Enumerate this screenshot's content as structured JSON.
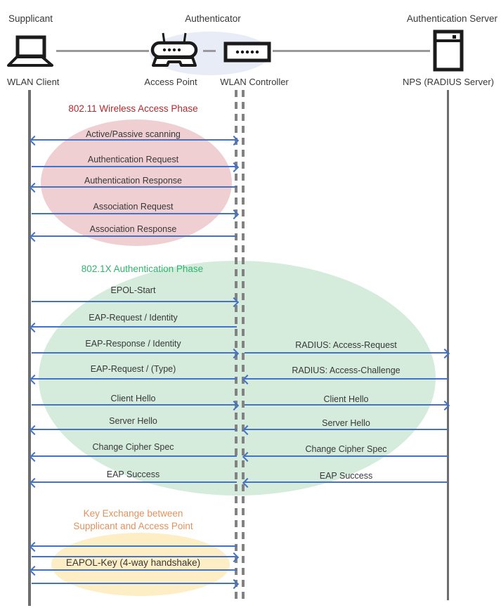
{
  "diagram": {
    "roles": [
      {
        "label": "Supplicant"
      },
      {
        "label": "Authenticator"
      },
      {
        "label": "Authentication Server"
      }
    ],
    "nodes": [
      {
        "label": "WLAN Client",
        "icon": "laptop-icon"
      },
      {
        "label": "Access Point",
        "icon": "access-point-icon"
      },
      {
        "label": "WLAN Controller",
        "icon": "wlan-controller-icon"
      },
      {
        "label": "NPS (RADIUS Server)",
        "icon": "server-icon"
      }
    ],
    "phases": [
      {
        "title": "802.11 Wireless Access Phase",
        "title_color": "#b02a30",
        "ellipse_color": "#f0cfd3"
      },
      {
        "title": "802.1X Authentication Phase",
        "title_color": "#2eb46e",
        "ellipse_color": "#d5ecdc"
      },
      {
        "title_line1": "Key Exchange between",
        "title_line2": "Supplicant and Access Point",
        "title_color": "#e3915e",
        "ellipse_color": "#fdeec6"
      }
    ],
    "messages_client_to_controller": [
      {
        "label": "Active/Passive scanning",
        "direction": "both",
        "phase": "802.11"
      },
      {
        "label": "Authentication Request",
        "direction": "right",
        "phase": "802.11"
      },
      {
        "label": "Authentication Response",
        "direction": "left",
        "phase": "802.11"
      },
      {
        "label": "Association Request",
        "direction": "right",
        "phase": "802.11"
      },
      {
        "label": "Association Response",
        "direction": "left",
        "phase": "802.11"
      },
      {
        "label": "EPOL-Start",
        "direction": "right",
        "phase": "802.1X"
      },
      {
        "label": "EAP-Request / Identity",
        "direction": "left",
        "phase": "802.1X"
      },
      {
        "label": "EAP-Response / Identity",
        "direction": "right",
        "phase": "802.1X"
      },
      {
        "label": "EAP-Request / (Type)",
        "direction": "left",
        "phase": "802.1X"
      },
      {
        "label": "Client Hello",
        "direction": "right",
        "phase": "802.1X"
      },
      {
        "label": "Server Hello",
        "direction": "left",
        "phase": "802.1X"
      },
      {
        "label": "Change Cipher Spec",
        "direction": "left",
        "phase": "802.1X"
      },
      {
        "label": "EAP Success",
        "direction": "left",
        "phase": "802.1X"
      }
    ],
    "messages_controller_to_server": [
      {
        "label": "RADIUS: Access-Request",
        "direction": "right"
      },
      {
        "label": "RADIUS: Access-Challenge",
        "direction": "left"
      },
      {
        "label": "Client Hello",
        "direction": "right"
      },
      {
        "label": "Server Hello",
        "direction": "left"
      },
      {
        "label": "Change Cipher Spec",
        "direction": "left"
      },
      {
        "label": "EAP Success",
        "direction": "left"
      }
    ],
    "key_exchange": {
      "label": "EAPOL-Key (4-way handshake)",
      "arrows": [
        "left",
        "right",
        "left",
        "right"
      ]
    },
    "colors": {
      "arrow": "#4472c4",
      "lifeline": "#6e6e6e",
      "lifeline_dashed": "#828282",
      "connector": "#9a9a9a",
      "text": "#373737",
      "authenticator_ellipse": "#e8ecf6"
    }
  }
}
